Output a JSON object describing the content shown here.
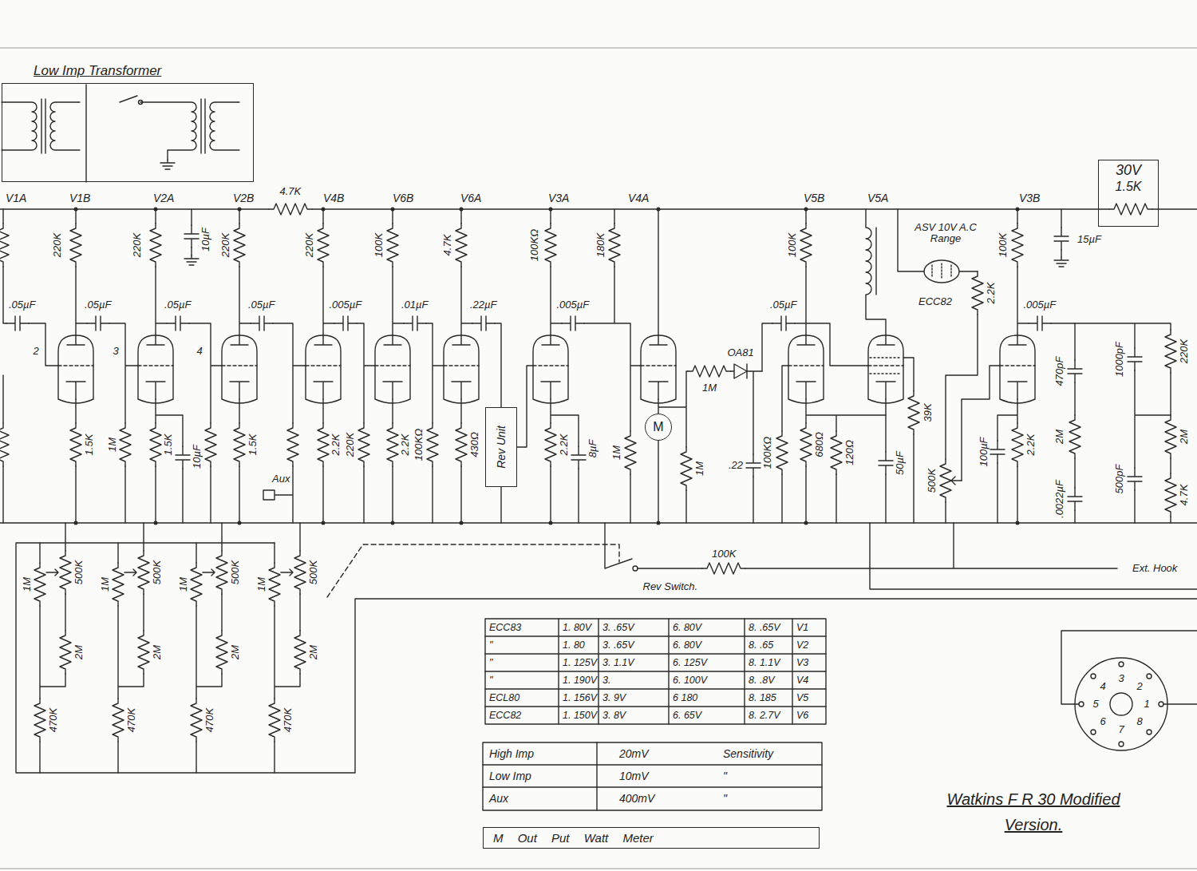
{
  "diagram": {
    "caption": "Watkins F R 30 Modified Version.",
    "nodes": [
      {
        "text": [
          "Low Imp Transformer"
        ]
      },
      {
        "text": [
          "30V",
          "1.5K"
        ]
      },
      {
        "text": [
          "Rev Unit"
        ]
      },
      {
        "text": [
          "M"
        ]
      },
      {
        "text": [
          "M Out Put Watt Meter"
        ]
      }
    ],
    "labels": [
      "V1A",
      "V1B",
      "V2A",
      "V2B",
      "4.7K",
      "V4B",
      "V6B",
      "V6A",
      "V3A",
      "V4A",
      "V5B",
      "V5A",
      "V3B",
      ".05µF",
      "220K",
      ".05µF",
      "220K",
      ".05µF",
      "10µF",
      "220K",
      ".05µF",
      "220K",
      ".005µF",
      "100K",
      ".01µF",
      "4.7K",
      ".22µF",
      "100KΩ",
      ".005µF",
      "180K",
      "OA81",
      "1M",
      ".05µF",
      "100K",
      "ASV 10V A.C Range",
      "ECC82",
      "2.2K",
      "100K",
      "15µF",
      ".005µF",
      "2",
      "3",
      "4",
      "1.5K",
      "1M",
      "1.5K",
      "10µF",
      "1.5K",
      "Aux",
      "2.2K",
      "220K",
      "2.2K",
      "100KΩ",
      "430Ω",
      "2.2K",
      "8µF",
      "1M",
      "1M",
      ".22",
      "100KΩ",
      "680Ω",
      "120Ω",
      "50µF",
      "39K",
      "500K",
      "100µF",
      "2.2K",
      "470pF",
      "2M",
      ".0022µF",
      "1000pF",
      "220K",
      "2M",
      "500pF",
      "4.7K",
      "1M",
      "500K",
      "2M",
      "470K",
      "1M",
      "500K",
      "2M",
      "470K",
      "1M",
      "500K",
      "2M",
      "470K",
      "1M",
      "500K",
      "2M",
      "470K",
      "Rev Switch.",
      "100K",
      "Ext. Hook",
      "ECC83",
      "1. 80V",
      "3. .65V",
      "6. 80V",
      "8. .65V",
      "V1",
      "\"",
      "1. 80",
      "3. .65V",
      "6. 80V",
      "8. .65",
      "V2",
      "\"",
      "1. 125V",
      "3. 1.1V",
      "6. 125V",
      "8. 1.1V",
      "V3",
      "\"",
      "1. 190V",
      "3.",
      "6. 100V",
      "8. .8V",
      "V4",
      "ECL80",
      "1. 156V",
      "3. 9V",
      "6 180",
      "8. 185",
      "V5",
      "ECC82",
      "1. 150V",
      "3. 8V",
      "6. 65V",
      "8. 2.7V",
      "V6",
      "High Imp",
      "20mV",
      "Sensitivity",
      "Low Imp",
      "10mV",
      "\"",
      "Aux",
      "400mV",
      "\"",
      "4",
      "3",
      "2",
      "5",
      "1",
      "6",
      "7",
      "8"
    ]
  }
}
